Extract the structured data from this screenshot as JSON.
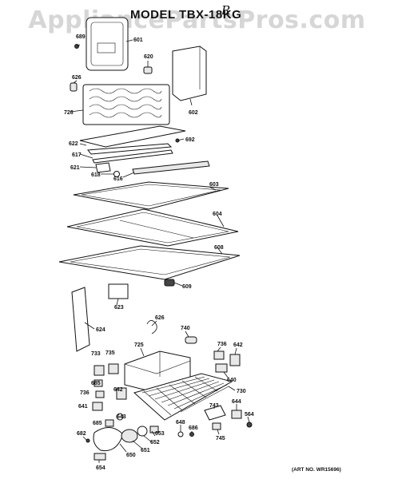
{
  "watermark": "AppliancePartsPros.com",
  "model_title": "MODEL TBX-18KG",
  "model_handwritten": "R",
  "art_number": "(ART NO. WR15696)",
  "parts": {
    "p689": "689",
    "p601": "601",
    "p620": "620",
    "p626": "626",
    "p726": "726",
    "p602": "602",
    "p622": "622",
    "p692": "692",
    "p617": "617",
    "p621": "621",
    "p618": "618",
    "p616": "616",
    "p603": "603",
    "p604": "604",
    "p608": "608",
    "p609": "609",
    "p623": "623",
    "p624": "624",
    "p626b": "626",
    "p740": "740",
    "p725": "725",
    "p736": "736",
    "p642": "642",
    "p733": "733",
    "p735": "735",
    "p640": "640",
    "p730": "730",
    "p685": "685",
    "p736b": "736",
    "p642b": "642",
    "p641": "641",
    "p643": "643",
    "p685b": "685",
    "p743": "743",
    "p644": "644",
    "p564": "564",
    "p682": "682",
    "p648": "648",
    "p686": "686",
    "p653": "653",
    "p652": "652",
    "p745": "745",
    "p650": "650",
    "p651": "651",
    "p654": "654"
  }
}
